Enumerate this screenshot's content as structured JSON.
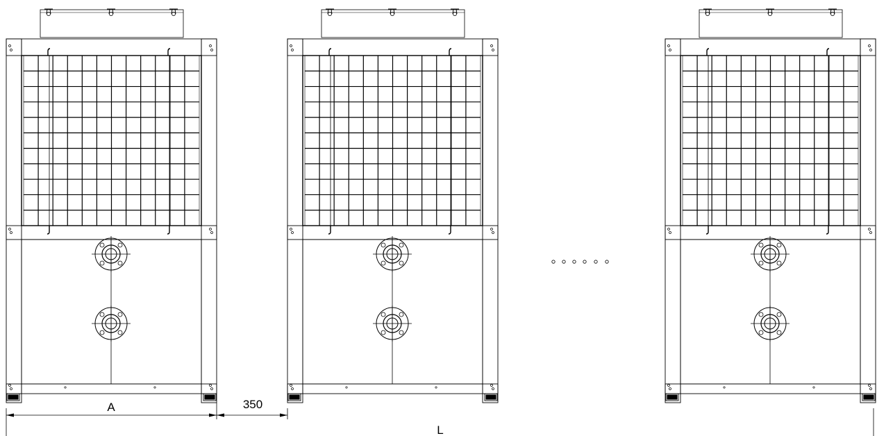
{
  "diagram": {
    "labels": {
      "unit_width": "A",
      "spacing": "350",
      "total_length": "L"
    },
    "units": [
      {
        "id": "unit-1"
      },
      {
        "id": "unit-2"
      },
      {
        "id": "unit-n"
      }
    ],
    "continuation": "ellipsis-dots"
  }
}
